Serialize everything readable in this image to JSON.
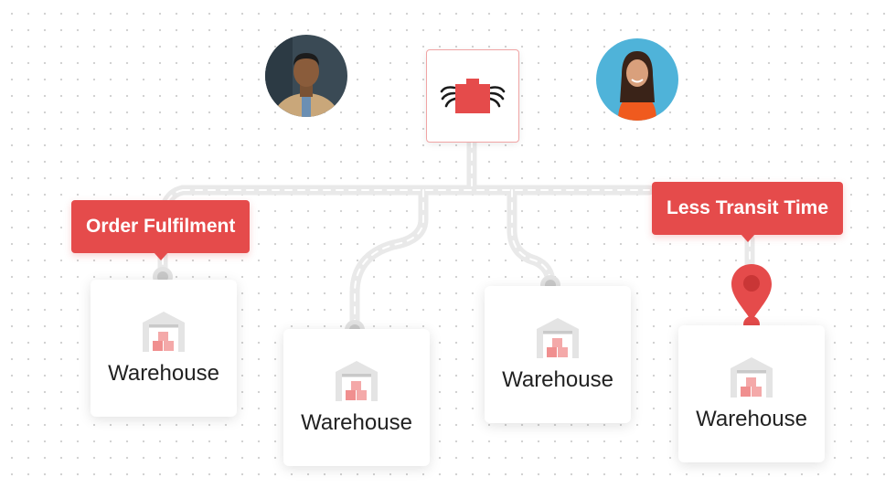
{
  "callouts": {
    "order_fulfilment": "Order Fulfilment",
    "less_transit_time": "Less Transit Time"
  },
  "warehouses": [
    {
      "label": "Warehouse"
    },
    {
      "label": "Warehouse"
    },
    {
      "label": "Warehouse"
    },
    {
      "label": "Warehouse"
    }
  ],
  "icons": {
    "hub": "winged-box-logo-icon",
    "warehouse": "warehouse-icon",
    "pin": "location-pin-icon"
  },
  "colors": {
    "accent": "#e54b4b",
    "road": "#e9e9e9",
    "road_dash": "#ffffff"
  }
}
